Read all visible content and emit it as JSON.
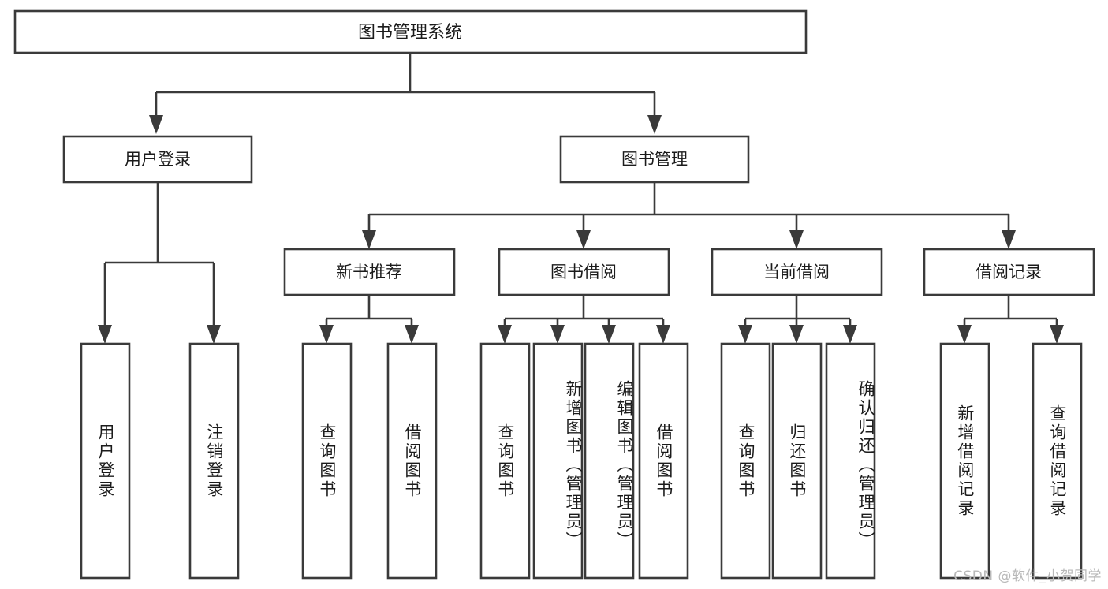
{
  "diagram": {
    "title": "图书管理系统",
    "watermark": "CSDN @软件_小贺同学",
    "line_color": "#3a3a3a",
    "box_fill": "#ffffff",
    "text_color": "#1b1b1b",
    "background": "#ffffff",
    "root": {
      "label": "图书管理系统"
    },
    "level2": [
      {
        "label": "用户登录"
      },
      {
        "label": "图书管理"
      }
    ],
    "level3": [
      {
        "label": "新书推荐"
      },
      {
        "label": "图书借阅"
      },
      {
        "label": "当前借阅"
      },
      {
        "label": "借阅记录"
      }
    ],
    "leaves": {
      "user_login": [
        {
          "label": "用户登录"
        },
        {
          "label": "注销登录"
        }
      ],
      "new_book_recommend": [
        {
          "label": "查询图书"
        },
        {
          "label": "借阅图书"
        }
      ],
      "book_borrow": [
        {
          "label": "查询图书"
        },
        {
          "label": "新增图书（管理员）"
        },
        {
          "label": "编辑图书（管理员）"
        },
        {
          "label": "借阅图书"
        }
      ],
      "current_borrow": [
        {
          "label": "查询图书"
        },
        {
          "label": "归还图书"
        },
        {
          "label": "确认归还（管理员）"
        }
      ],
      "borrow_record": [
        {
          "label": "新增借阅记录"
        },
        {
          "label": "查询借阅记录"
        }
      ]
    }
  }
}
